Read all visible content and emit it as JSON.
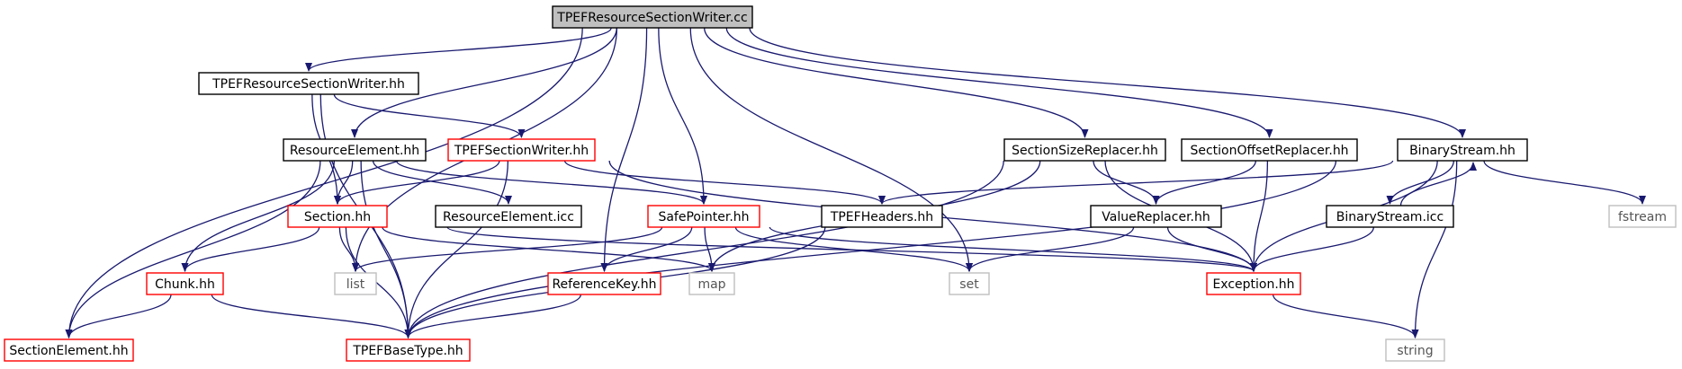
{
  "diagram": {
    "type": "include-dependency-graph",
    "colors": {
      "edge": "#191970",
      "root_fill": "#bfbfbf",
      "root_border": "#000000",
      "header_border": "#000000",
      "undocumented_border": "#ff0000",
      "system_border": "#bfbfbf",
      "system_text": "#555555",
      "text": "#000000"
    },
    "nodes": [
      {
        "id": "root",
        "label": "TPEFResourceSectionWriter.cc",
        "kind": "root"
      },
      {
        "id": "rswhh",
        "label": "TPEFResourceSectionWriter.hh",
        "kind": "header"
      },
      {
        "id": "reshh",
        "label": "ResourceElement.hh",
        "kind": "header"
      },
      {
        "id": "tswhh",
        "label": "TPEFSectionWriter.hh",
        "kind": "undocumented"
      },
      {
        "id": "ssr",
        "label": "SectionSizeReplacer.hh",
        "kind": "header"
      },
      {
        "id": "sor",
        "label": "SectionOffsetReplacer.hh",
        "kind": "header"
      },
      {
        "id": "bshh",
        "label": "BinaryStream.hh",
        "kind": "header"
      },
      {
        "id": "sechh",
        "label": "Section.hh",
        "kind": "undocumented"
      },
      {
        "id": "resicc",
        "label": "ResourceElement.icc",
        "kind": "header"
      },
      {
        "id": "sphh",
        "label": "SafePointer.hh",
        "kind": "undocumented"
      },
      {
        "id": "tphh",
        "label": "TPEFHeaders.hh",
        "kind": "header"
      },
      {
        "id": "vrhh",
        "label": "ValueReplacer.hh",
        "kind": "header"
      },
      {
        "id": "bsicc",
        "label": "BinaryStream.icc",
        "kind": "header"
      },
      {
        "id": "fstream",
        "label": "fstream",
        "kind": "system"
      },
      {
        "id": "chunk",
        "label": "Chunk.hh",
        "kind": "undocumented"
      },
      {
        "id": "list",
        "label": "list",
        "kind": "system"
      },
      {
        "id": "rkhh",
        "label": "ReferenceKey.hh",
        "kind": "undocumented"
      },
      {
        "id": "map",
        "label": "map",
        "kind": "system"
      },
      {
        "id": "set",
        "label": "set",
        "kind": "system"
      },
      {
        "id": "exc",
        "label": "Exception.hh",
        "kind": "undocumented"
      },
      {
        "id": "seh",
        "label": "SectionElement.hh",
        "kind": "undocumented"
      },
      {
        "id": "tbt",
        "label": "TPEFBaseType.hh",
        "kind": "undocumented"
      },
      {
        "id": "string",
        "label": "string",
        "kind": "system"
      }
    ],
    "edges": [
      [
        "root",
        "rswhh"
      ],
      [
        "root",
        "reshh"
      ],
      [
        "root",
        "seh"
      ],
      [
        "root",
        "list"
      ],
      [
        "root",
        "sphh"
      ],
      [
        "root",
        "rkhh"
      ],
      [
        "root",
        "set"
      ],
      [
        "root",
        "ssr"
      ],
      [
        "root",
        "sor"
      ],
      [
        "root",
        "bshh"
      ],
      [
        "rswhh",
        "tswhh"
      ],
      [
        "rswhh",
        "sechh"
      ],
      [
        "rswhh",
        "tbt"
      ],
      [
        "reshh",
        "sechh"
      ],
      [
        "reshh",
        "resicc"
      ],
      [
        "reshh",
        "sphh"
      ],
      [
        "reshh",
        "chunk"
      ],
      [
        "reshh",
        "seh"
      ],
      [
        "reshh",
        "tbt"
      ],
      [
        "tswhh",
        "sechh"
      ],
      [
        "tswhh",
        "tphh"
      ],
      [
        "tswhh",
        "exc"
      ],
      [
        "tswhh",
        "tbt"
      ],
      [
        "sechh",
        "chunk"
      ],
      [
        "sechh",
        "list"
      ],
      [
        "sechh",
        "map"
      ],
      [
        "sechh",
        "exc"
      ],
      [
        "sechh",
        "tbt"
      ],
      [
        "chunk",
        "seh"
      ],
      [
        "chunk",
        "tbt"
      ],
      [
        "sphh",
        "list"
      ],
      [
        "sphh",
        "rkhh"
      ],
      [
        "sphh",
        "map"
      ],
      [
        "sphh",
        "set"
      ],
      [
        "sphh",
        "exc"
      ],
      [
        "rkhh",
        "tbt"
      ],
      [
        "tphh",
        "tbt"
      ],
      [
        "ssr",
        "vrhh"
      ],
      [
        "ssr",
        "exc"
      ],
      [
        "ssr",
        "map"
      ],
      [
        "ssr",
        "tbt"
      ],
      [
        "sor",
        "vrhh"
      ],
      [
        "sor",
        "exc"
      ],
      [
        "vrhh",
        "set"
      ],
      [
        "vrhh",
        "exc"
      ],
      [
        "bshh",
        "bsicc"
      ],
      [
        "bshh",
        "exc"
      ],
      [
        "bshh",
        "tbt"
      ],
      [
        "bshh",
        "tphh"
      ],
      [
        "bshh",
        "fstream"
      ],
      [
        "bshh",
        "string"
      ],
      [
        "bsicc",
        "bshh"
      ],
      [
        "bsicc",
        "exc"
      ],
      [
        "exc",
        "string"
      ]
    ]
  }
}
